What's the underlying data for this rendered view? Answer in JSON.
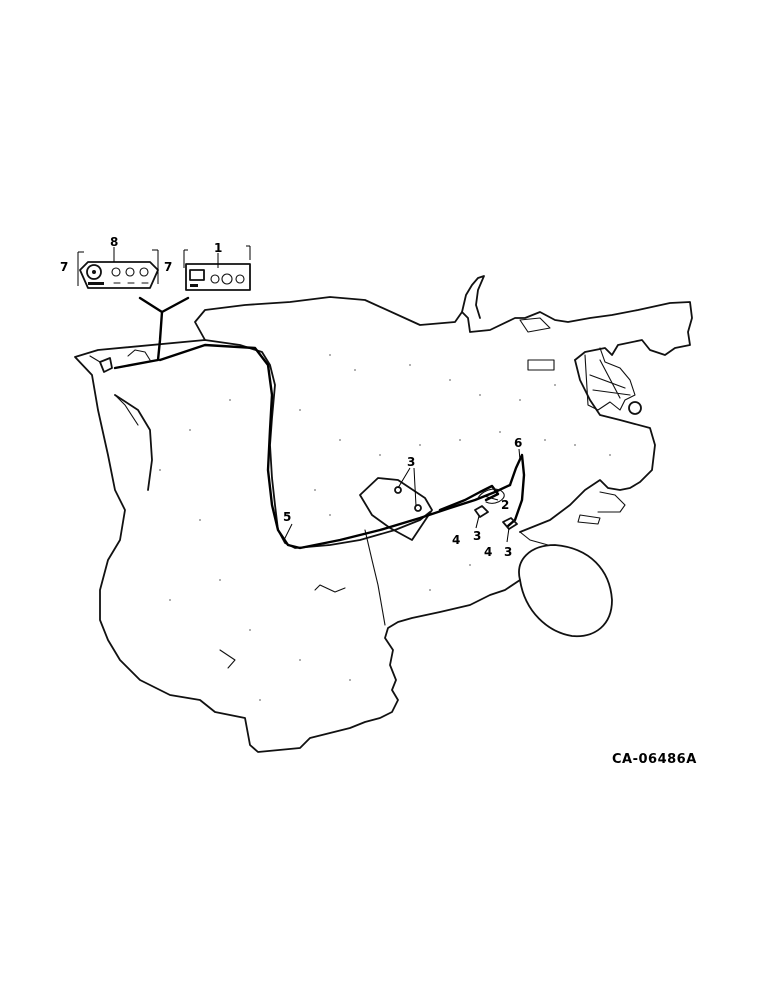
{
  "figure_id": "CA-06486A",
  "callouts": {
    "c1": "1",
    "c2": "2",
    "c3a": "3",
    "c3b": "3",
    "c3c": "3",
    "c4a": "4",
    "c4b": "4",
    "c5": "5",
    "c6": "6",
    "c7a": "7",
    "c7b": "7",
    "c8": "8"
  },
  "colors": {
    "line": "#111111",
    "background": "#ffffff"
  }
}
